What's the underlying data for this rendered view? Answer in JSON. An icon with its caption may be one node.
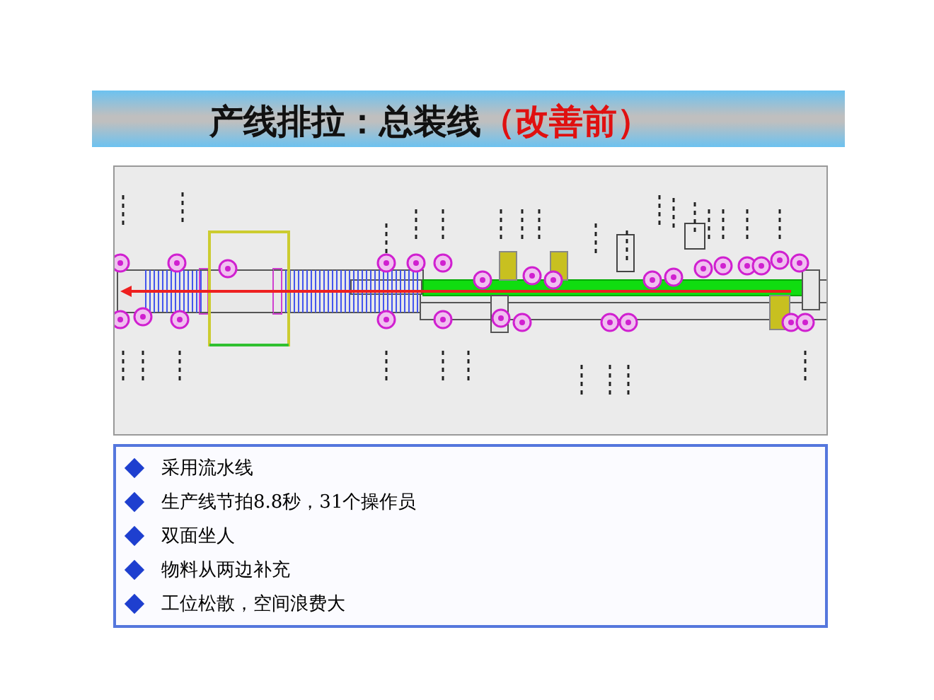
{
  "diagram": {
    "title": "产线排拉：总装线",
    "labels": [
      "（改善前）",
      "采用流水线",
      "生产线节拍8.8秒，31个操作员",
      "双面坐人",
      "物料从两边补充",
      "工位松散，空间浪费大"
    ]
  }
}
